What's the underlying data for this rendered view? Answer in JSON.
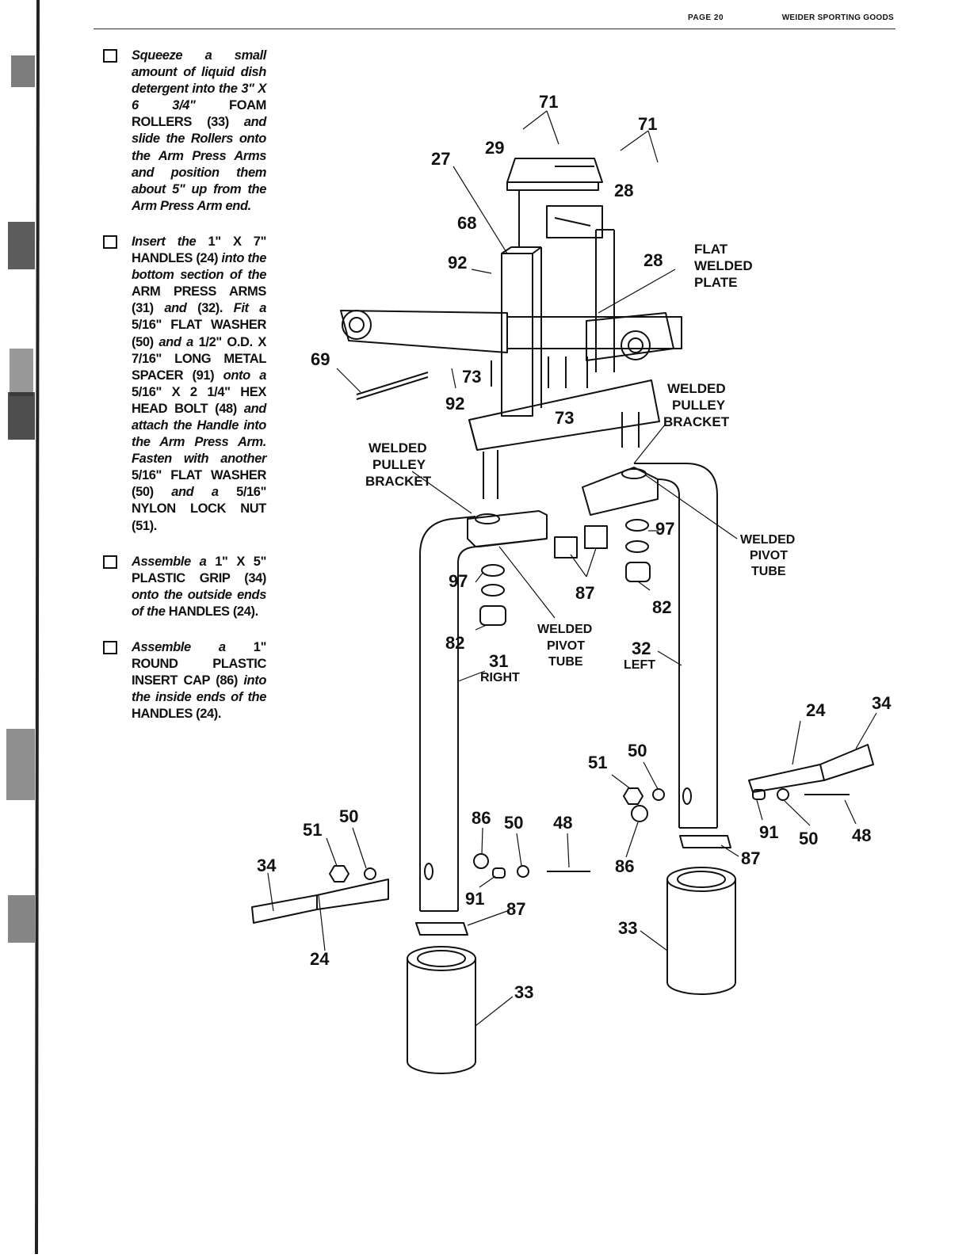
{
  "header": {
    "page_label": "PAGE 20",
    "brand": "WEIDER SPORTING GOODS"
  },
  "steps": [
    {
      "segments": [
        {
          "t": "Squeeze a small amount of liquid dish detergent into the 3\" X 6 3/4\" "
        },
        {
          "t": "FOAM ROLLERS (33)",
          "b": true
        },
        {
          "t": " and slide the Rollers onto the Arm Press Arms and position them about 5\" up from the Arm Press Arm end."
        }
      ]
    },
    {
      "segments": [
        {
          "t": "Insert the "
        },
        {
          "t": "1\" X 7\" HANDLES (24)",
          "b": true
        },
        {
          "t": " into the bottom section of the "
        },
        {
          "t": "ARM PRESS ARMS (31)",
          "b": true
        },
        {
          "t": " and "
        },
        {
          "t": "(32).",
          "b": true
        },
        {
          "t": " Fit a "
        },
        {
          "t": "5/16\" FLAT WASHER (50)",
          "b": true
        },
        {
          "t": " and a "
        },
        {
          "t": "1/2\" O.D. X 7/16\" LONG METAL SPACER (91)",
          "b": true
        },
        {
          "t": " onto a "
        },
        {
          "t": "5/16\" X 2 1/4\" HEX HEAD BOLT (48)",
          "b": true
        },
        {
          "t": " and attach the Handle into the Arm Press Arm. Fasten with another "
        },
        {
          "t": "5/16\" FLAT WASHER (50)",
          "b": true
        },
        {
          "t": " and a "
        },
        {
          "t": "5/16\" NYLON LOCK NUT (51).",
          "b": true
        }
      ]
    },
    {
      "segments": [
        {
          "t": "Assemble a "
        },
        {
          "t": "1\" X 5\" PLASTIC GRIP (34)",
          "b": true
        },
        {
          "t": " onto the outside ends of the "
        },
        {
          "t": "HANDLES (24).",
          "b": true
        }
      ]
    },
    {
      "segments": [
        {
          "t": "Assemble a "
        },
        {
          "t": "1\" ROUND PLASTIC INSERT CAP (86)",
          "b": true
        },
        {
          "t": " into the inside ends of the "
        },
        {
          "t": "HANDLES (24).",
          "b": true
        }
      ]
    }
  ],
  "diagram": {
    "part_numbers": {
      "p71a": "71",
      "p71b": "71",
      "p29": "29",
      "p27": "27",
      "p28a": "28",
      "p28b": "28",
      "p68": "68",
      "p92a": "92",
      "p92b": "92",
      "p69": "69",
      "p73a": "73",
      "p73b": "73",
      "p97a": "97",
      "p97b": "97",
      "p87a": "87",
      "p87b": "87",
      "p87c": "87",
      "p82a": "82",
      "p82b": "82",
      "p31": "31",
      "p32": "32",
      "p24a": "24",
      "p24b": "24",
      "p34a": "34",
      "p34b": "34",
      "p51a": "51",
      "p51b": "51",
      "p50a": "50",
      "p50b": "50",
      "p50c": "50",
      "p50d": "50",
      "p86a": "86",
      "p86b": "86",
      "p48a": "48",
      "p48b": "48",
      "p91a": "91",
      "p91b": "91",
      "p33a": "33",
      "p33b": "33"
    },
    "captions": {
      "flat_welded_plate": [
        "FLAT",
        "WELDED",
        "PLATE"
      ],
      "welded_pulley_bracket_right": [
        "WELDED",
        "PULLEY",
        "BRACKET"
      ],
      "welded_pulley_bracket_left": [
        "WELDED",
        "PULLEY",
        "BRACKET"
      ],
      "welded_pivot_tube_right": [
        "WELDED",
        "PIVOT",
        "TUBE"
      ],
      "welded_pivot_tube_left": [
        "WELDED",
        "PIVOT",
        "TUBE"
      ],
      "right": "RIGHT",
      "left": "LEFT"
    }
  }
}
